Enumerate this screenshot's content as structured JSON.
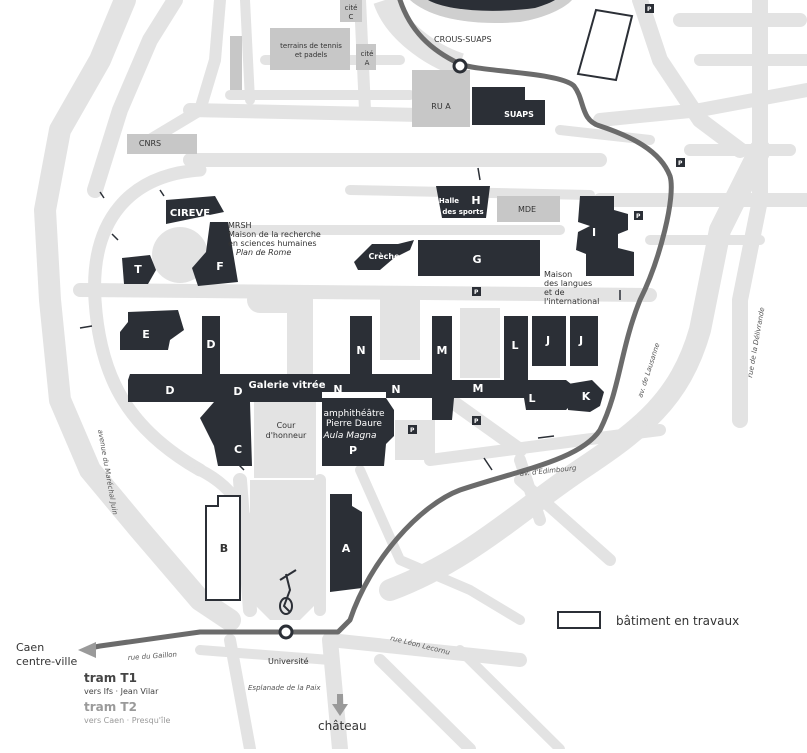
{
  "colors": {
    "background": "#ffffff",
    "road": "#e3e3e3",
    "building_dark": "#2b2f36",
    "building_light": "#c7c7c7",
    "tram_line": "#6b6b6b",
    "text": "#333333"
  },
  "buildings": {
    "cireve": "CIREVE",
    "f": "F",
    "t": "T",
    "e": "E",
    "d1": "D",
    "d2": "D",
    "d3": "D",
    "c": "C",
    "galerie": "Galerie vitrée",
    "cour": "Cour\nd'honneur",
    "n1": "N",
    "n2": "N",
    "n3": "N",
    "m1": "M",
    "m2": "M",
    "l1": "L",
    "l2": "L",
    "j1": "J",
    "j2": "J",
    "k": "K",
    "amphi_line1": "amphithéâtre",
    "amphi_line2": "Pierre Daure",
    "amphi_line3": "Aula Magna",
    "p": "P",
    "b": "B",
    "a": "A",
    "g": "G",
    "creche": "Crèche",
    "halle_line1": "Halle",
    "halle_h": "H",
    "halle_line2": "des sports",
    "mde": "MDE",
    "i": "I",
    "rua": "RU A",
    "suaps": "SUAPS",
    "cnrs": "CNRS",
    "tennis_line1": "terrains de tennis",
    "tennis_line2": "et padels",
    "cite_c_line1": "cité",
    "cite_c_line2": "C",
    "cite_a_line1": "cité",
    "cite_a_line2": "A"
  },
  "annotations": {
    "mrsh_line1": "MRSH",
    "mrsh_line2": "Maison de la recherche",
    "mrsh_line3": "en sciences humaines",
    "mrsh_line4": "Plan de Rome",
    "maison_line1": "Maison",
    "maison_line2": "des langues",
    "maison_line3": "et de",
    "maison_line4": "l'international"
  },
  "streets": {
    "bd_marechal": "avenue du Maréchal Juin",
    "av_edimbourg": "av. d'Edimbourg",
    "av_lausanne": "av. de Lausanne",
    "rue_delivrande": "rue de la Délivrande",
    "rue_gaillon": "rue du Gaillon",
    "rue_lecornu": "rue Léon Lecornu",
    "esplanade": "Esplanade de la Paix"
  },
  "tram": {
    "stop_crous": "CROUS-SUAPS",
    "stop_universite": "Université",
    "dest_caen_line1": "Caen",
    "dest_caen_line2": "centre-ville",
    "t1_title": "tram T1",
    "t1_dest": "vers Ifs · Jean Vilar",
    "t2_title": "tram T2",
    "t2_dest": "vers Caen · Presqu'île",
    "chateau": "château"
  },
  "parking_label": "P",
  "legend": {
    "label": "bâtiment en travaux"
  }
}
